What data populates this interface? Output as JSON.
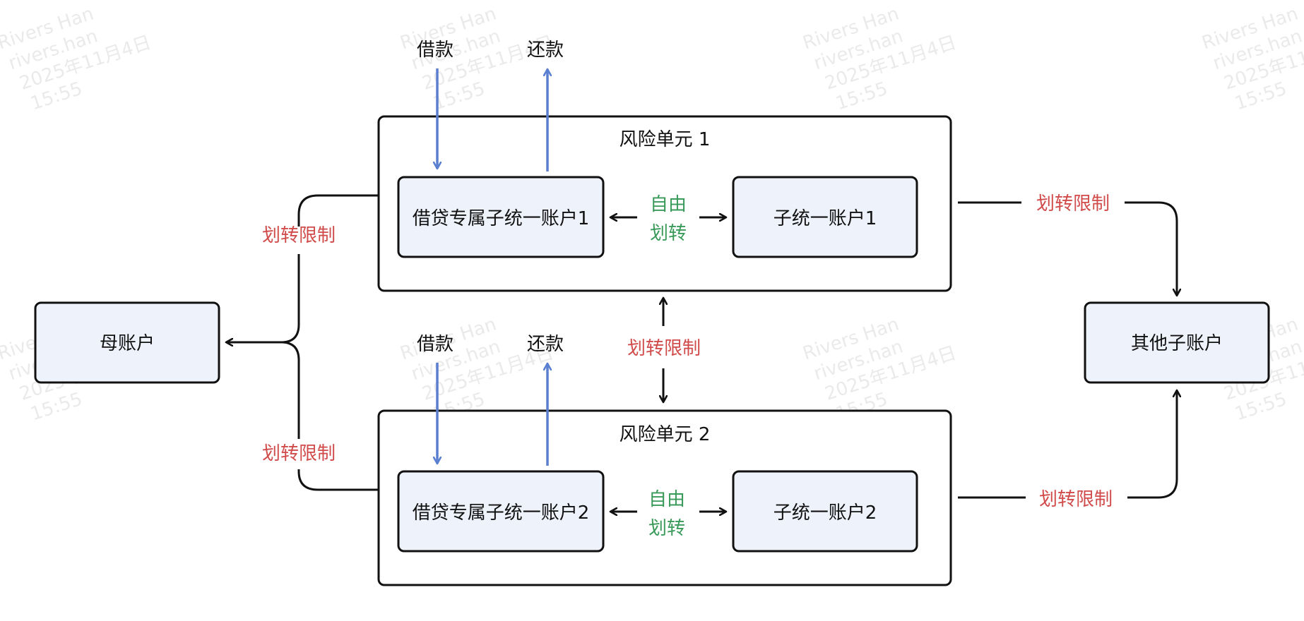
{
  "colors": {
    "line": "#111111",
    "node_fill": "#eef2fb",
    "arrow_blue": "#5b7fd0",
    "restrict_red": "#d14b4b",
    "free_green": "#3a9a5a",
    "watermark": "#d9d9d9"
  },
  "watermark": {
    "line1": "Rivers Han",
    "line2": "rivers.han",
    "line3": "2025年11月4日",
    "line4": "15:55"
  },
  "nodes": {
    "mother_account": "母账户",
    "other_sub_accounts": "其他子账户",
    "risk_unit_1": {
      "title": "风险单元 1",
      "loan_account": "借贷专属子统一账户1",
      "sub_account": "子统一账户1",
      "borrow": "借款",
      "repay": "还款",
      "free_line1": "自由",
      "free_line2": "划转"
    },
    "risk_unit_2": {
      "title": "风险单元 2",
      "loan_account": "借贷专属子统一账户2",
      "sub_account": "子统一账户2",
      "borrow": "借款",
      "repay": "还款",
      "free_line1": "自由",
      "free_line2": "划转"
    }
  },
  "edges": {
    "to_mother_top": "划转限制",
    "to_mother_bottom": "划转限制",
    "between_units": "划转限制",
    "to_other_top": "划转限制",
    "to_other_bottom": "划转限制"
  }
}
